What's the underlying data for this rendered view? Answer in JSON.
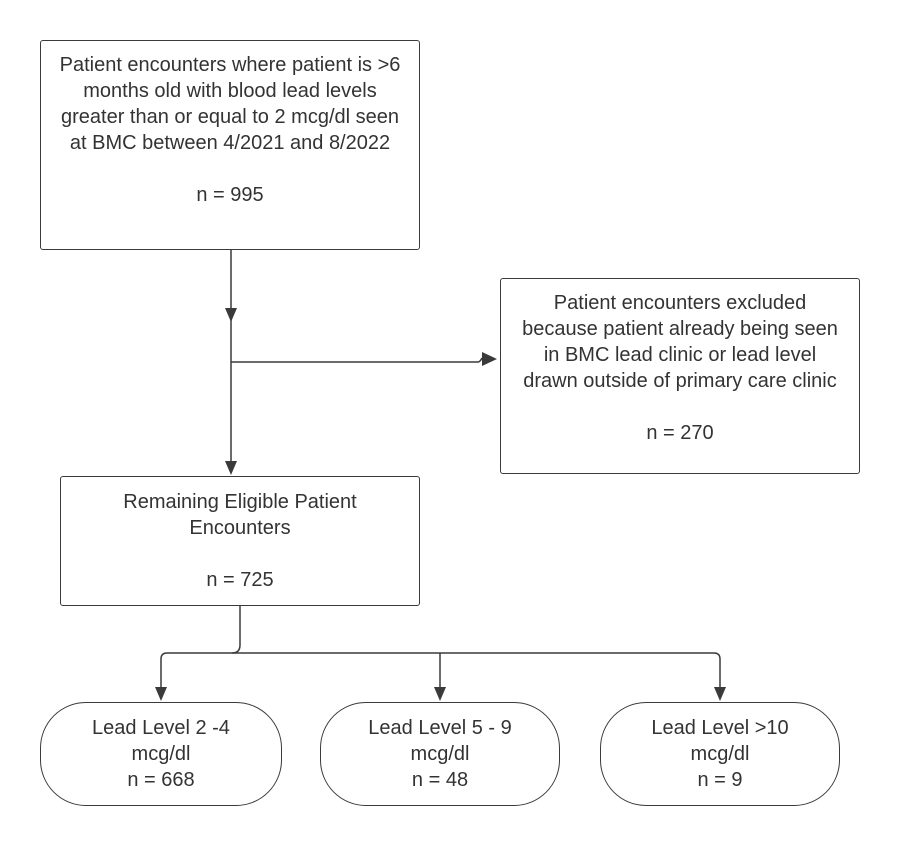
{
  "nodes": {
    "initial": {
      "text": "Patient encounters where patient is >6 months old with blood lead levels greater than or equal to 2 mcg/dl seen at BMC between 4/2021 and 8/2022",
      "count": "n = 995"
    },
    "excluded": {
      "text": "Patient encounters excluded because patient already being seen in BMC lead clinic or lead level drawn outside of primary care clinic",
      "count": "n = 270"
    },
    "remaining": {
      "text": "Remaining Eligible Patient Encounters",
      "count": "n = 725"
    },
    "outcomes": [
      {
        "label": "Lead Level 2 -4",
        "unit": "mcg/dl",
        "count": "n = 668"
      },
      {
        "label": "Lead Level 5 - 9",
        "unit": "mcg/dl",
        "count": "n = 48"
      },
      {
        "label": "Lead Level >10",
        "unit": "mcg/dl",
        "count": "n = 9"
      }
    ]
  }
}
